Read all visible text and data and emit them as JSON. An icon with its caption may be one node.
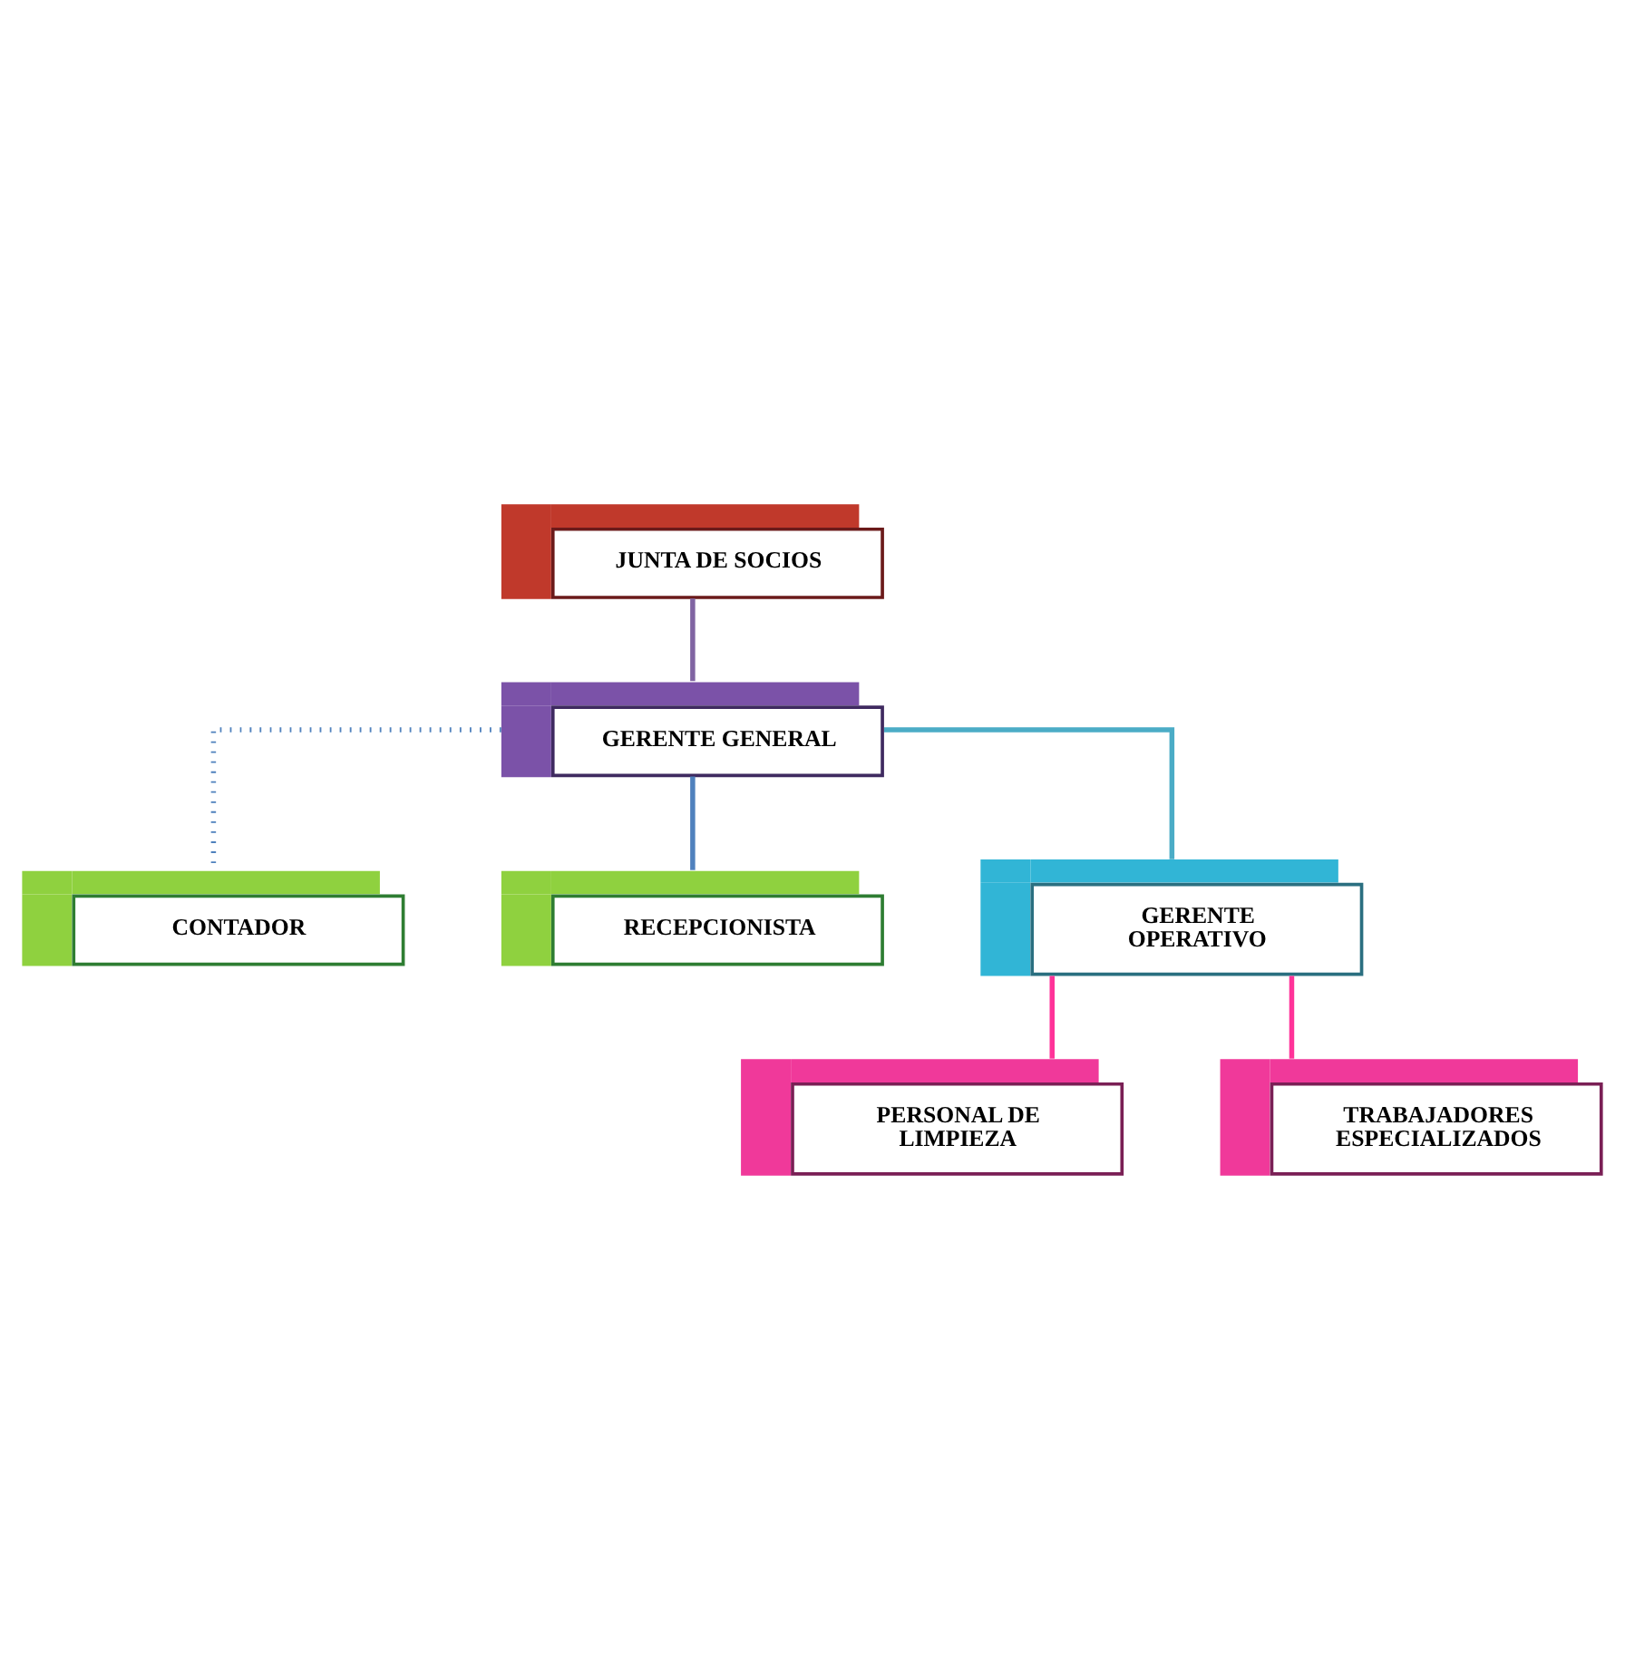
{
  "diagram": {
    "nodes": [
      {
        "text": [
          "JUNTA DE SOCIOS"
        ]
      },
      {
        "text": [
          "GERENTE GENERAL"
        ]
      },
      {
        "text": [
          "CONTADOR"
        ]
      },
      {
        "text": [
          "RECEPCIONISTA"
        ]
      },
      {
        "text": [
          "GERENTE OPERATIVO"
        ]
      },
      {
        "text": [
          "PERSONAL DE LIMPIEZA"
        ]
      },
      {
        "text": [
          "TRABAJADORES ESPECIALIZADOS"
        ]
      }
    ],
    "edges": [
      {
        "from": 0,
        "to": 1,
        "arrow": "none",
        "color": "#8064a2"
      },
      {
        "from": 1,
        "to": 2,
        "arrow": "none",
        "style": "dashed",
        "color": "#4f81bd"
      },
      {
        "from": 1,
        "to": 3,
        "arrow": "none",
        "color": "#4f81bd"
      },
      {
        "from": 1,
        "to": 4,
        "arrow": "none",
        "color": "#4bacc6"
      },
      {
        "from": 4,
        "to": 5,
        "arrow": "none",
        "color": "#ff3399"
      },
      {
        "from": 4,
        "to": 6,
        "arrow": "none",
        "color": "#ff3399"
      }
    ]
  }
}
